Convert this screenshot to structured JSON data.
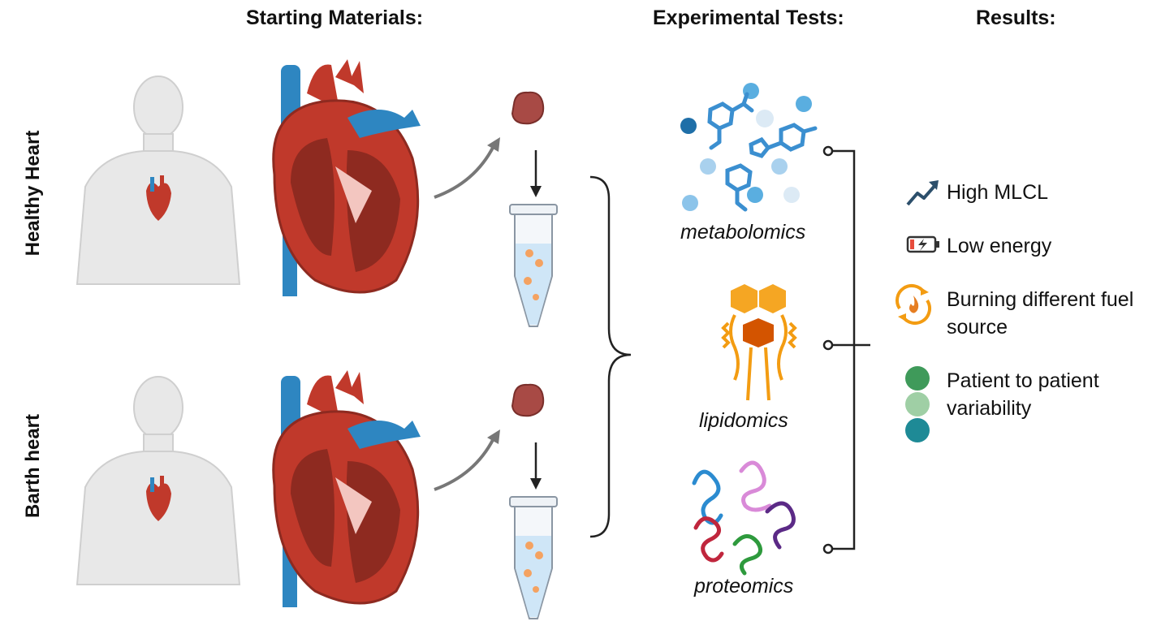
{
  "headers": {
    "starting_materials": "Starting Materials:",
    "experimental_tests": "Experimental Tests:",
    "results": "Results:"
  },
  "rows": {
    "healthy": "Healthy Heart",
    "barth": "Barth heart"
  },
  "tests": {
    "metabolomics": "metabolomics",
    "lipidomics": "lipidomics",
    "proteomics": "proteomics"
  },
  "results": {
    "high_mlcl": "High MLCL",
    "low_energy": "Low energy",
    "fuel_line1": "Burning different fuel",
    "fuel_line2": "source",
    "variability_line1": "Patient to patient",
    "variability_line2": "variability"
  },
  "icons": {
    "trend": "trend-up-arrow-icon",
    "battery": "low-battery-icon",
    "fire": "fuel-flame-icon",
    "circles": "patient-variability-circles-icon"
  },
  "colors": {
    "heart_red": "#c0392b",
    "vessel_blue": "#2e86c1",
    "metabolite_blue": "#3b8fd0",
    "lipid_orange": "#f39c12",
    "variability_green_dark": "#3f9a5a",
    "variability_green_light": "#9fcfa5",
    "variability_teal": "#1e8a96"
  }
}
